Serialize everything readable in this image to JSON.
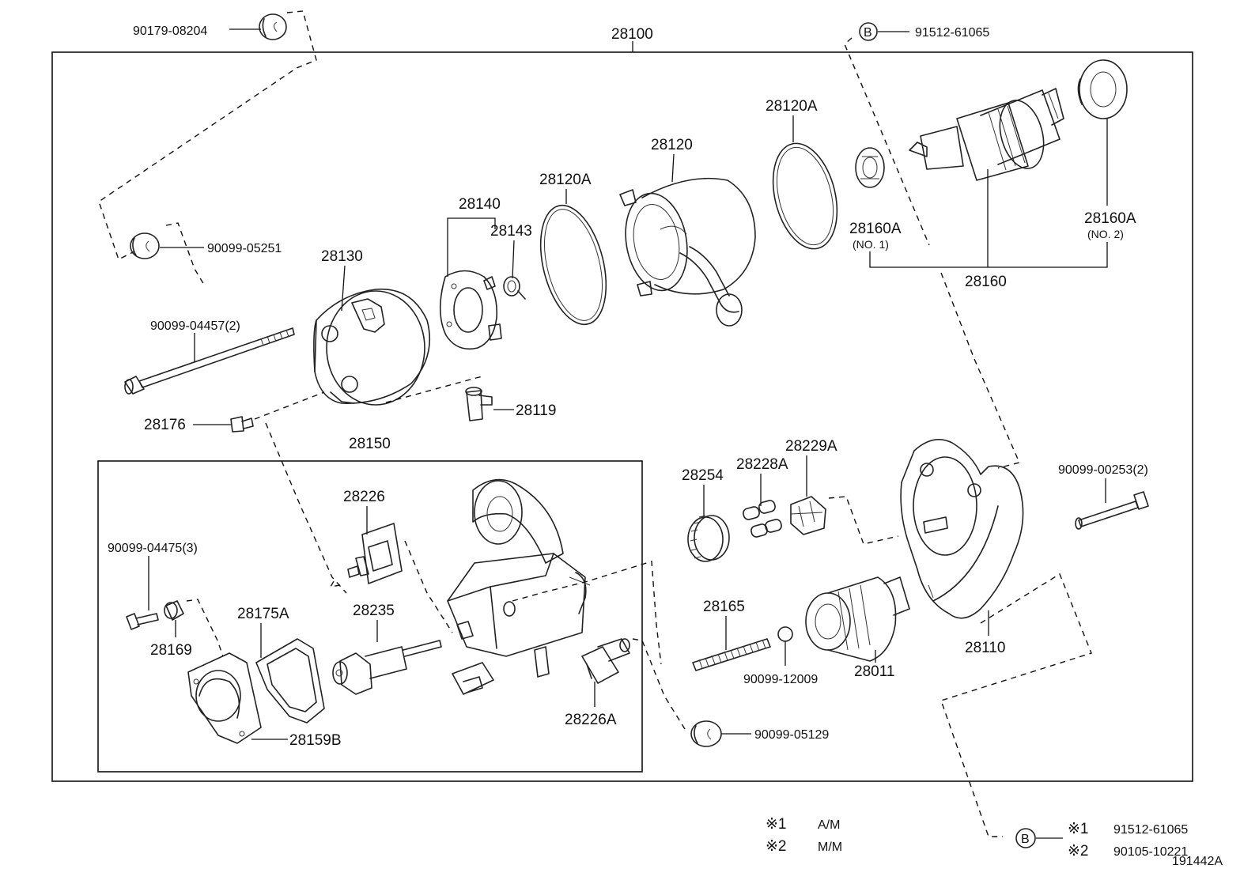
{
  "labels": {
    "p28100": "28100",
    "p90179_08204": "90179-08204",
    "pB_top": "91512-61065",
    "pB_top_letter": "B",
    "p90099_05251": "90099-05251",
    "p28130": "28130",
    "p28140": "28140",
    "p28143": "28143",
    "p28120A_left": "28120A",
    "p28120": "28120",
    "p28120A_right": "28120A",
    "p28160A_1": "28160A",
    "p28160A_1_sub": "(NO. 1)",
    "p28160A_2": "28160A",
    "p28160A_2_sub": "(NO. 2)",
    "p28160": "28160",
    "p90099_04457": "90099-04457(2)",
    "p28176": "28176",
    "p28119": "28119",
    "p28150": "28150",
    "p28226": "28226",
    "p90099_04475": "90099-04475(3)",
    "p28169": "28169",
    "p28175A": "28175A",
    "p28235": "28235",
    "p28159B": "28159B",
    "p28226A": "28226A",
    "p28254": "28254",
    "p28228A": "28228A",
    "p28229A": "28229A",
    "p90099_00253": "90099-00253(2)",
    "p28165": "28165",
    "p90099_12009": "90099-12009",
    "p28011": "28011",
    "p28110": "28110",
    "p90099_05129": "90099-05129"
  },
  "notes": {
    "n1_mark": "※1",
    "n1_text": "A/M",
    "n2_mark": "※2",
    "n2_text": "M/M"
  },
  "ref_b": {
    "letter": "B",
    "line1_mark": "※1",
    "line1_part": "91512-61065",
    "line2_mark": "※2",
    "line2_part": "90105-10221"
  },
  "diagram_id": "191442A"
}
